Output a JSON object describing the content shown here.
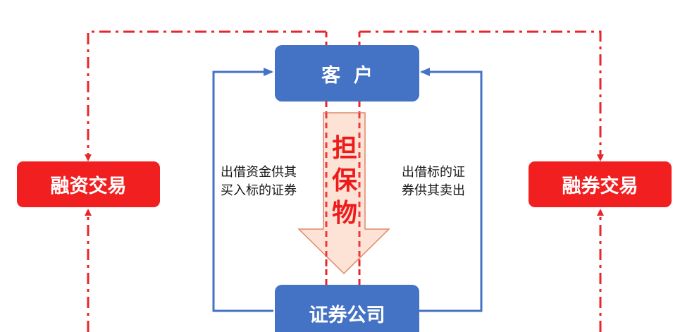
{
  "nodes": {
    "customer": "客  户",
    "broker": "证券公司",
    "margin_trading": "融资交易",
    "short_selling": "融券交易"
  },
  "collateral": "担保物",
  "labels": {
    "left_line1": "出借资金供其",
    "left_line2": "买入标的证券",
    "right_line1": "出借标的证",
    "right_line2": "券供其卖出"
  },
  "colors": {
    "blue": "#4472c4",
    "red": "#f11f1f",
    "arrow_fill": "#fde3d6",
    "arrow_stroke": "#e0886a"
  }
}
